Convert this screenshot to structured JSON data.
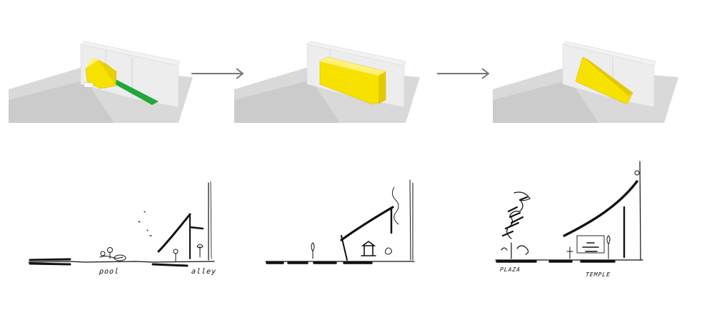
{
  "colors": {
    "massing": "#e9e9e9",
    "massing_shade": "#d2d2d2",
    "ground": "#cfcfcf",
    "ground_light": "#e3e3e3",
    "highlight": "#f7e100",
    "highlight_shade": "#e3c900",
    "path": "#22a83a",
    "arrow": "#777777",
    "ink": "#111111"
  },
  "icons": [
    "right-arrow-icon",
    "right-arrow-icon"
  ],
  "sections": [
    {
      "labels": [
        "pool",
        "alley"
      ]
    },
    {
      "labels": []
    },
    {
      "labels": [
        "PLAZA",
        "TEMPLE"
      ]
    }
  ]
}
